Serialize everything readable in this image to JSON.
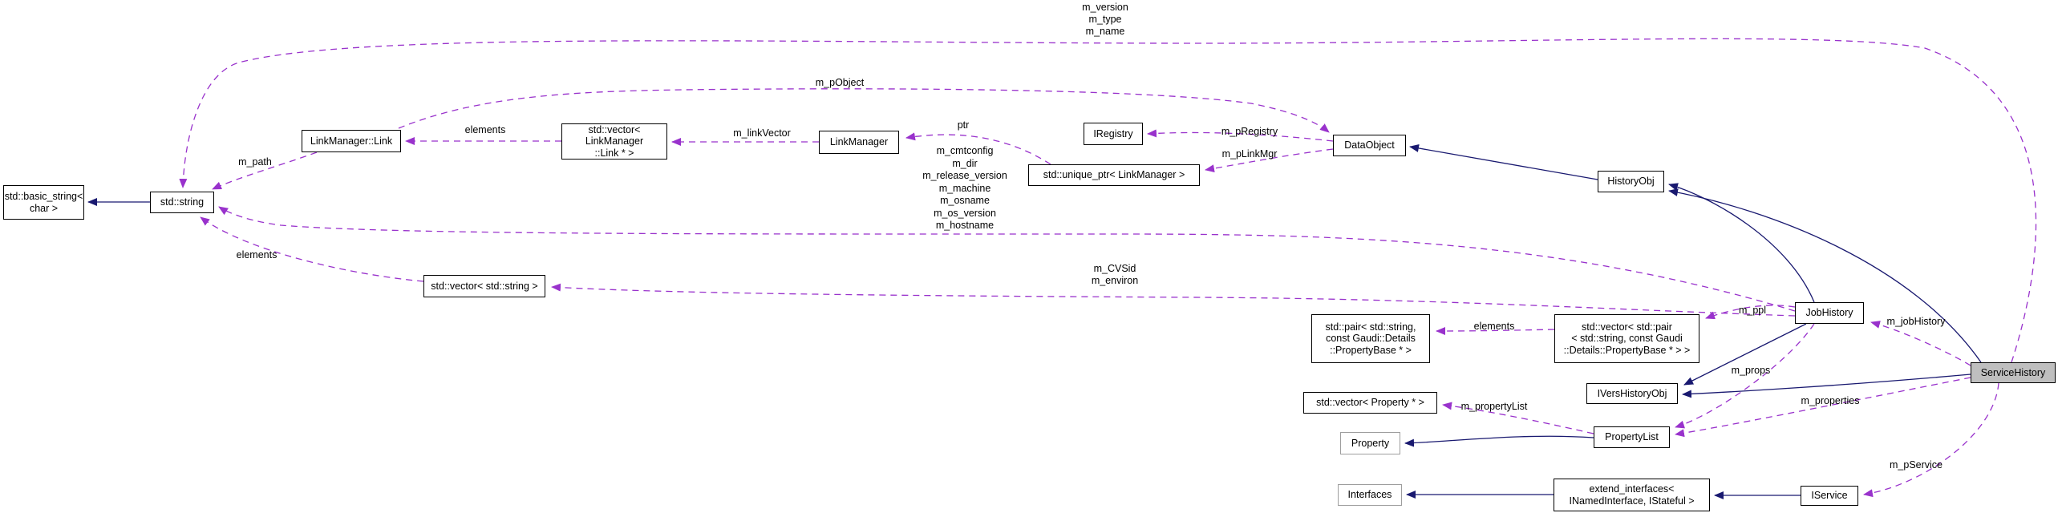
{
  "diagram": {
    "kind": "collaboration-graph",
    "colors": {
      "inheritance_edge": "#191970",
      "usage_edge": "#9932cc",
      "node_border": "#000000",
      "undocumented_node_border": "#9e9e9e",
      "current_node_fill": "#bfbfbf",
      "background": "#ffffff"
    },
    "nodes": {
      "basic_string": "std::basic_string<\nchar >",
      "std_string": "std::string",
      "linkmanager_link": "LinkManager::Link",
      "vector_linkmanager_link": "std::vector< LinkManager\n::Link * >",
      "linkmanager": "LinkManager",
      "unique_ptr_linkmanager": "std::unique_ptr< LinkManager >",
      "iregistry": "IRegistry",
      "dataobject": "DataObject",
      "historyobj": "HistoryObj",
      "jobhistory": "JobHistory",
      "servicehistory": "ServiceHistory",
      "vector_string": "std::vector< std::string >",
      "pair_propertybase": "std::pair< std::string,\nconst Gaudi::Details\n::PropertyBase * >",
      "vector_pair_propertybase": "std::vector< std::pair\n< std::string, const Gaudi\n::Details::PropertyBase * > >",
      "ivershistoryobj": "IVersHistoryObj",
      "vector_property": "std::vector< Property * >",
      "propertylist": "PropertyList",
      "property": "Property",
      "interfaces": "Interfaces",
      "extend_interfaces": "extend_interfaces<\nINamedInterface, IStateful >",
      "iservice": "IService"
    },
    "edge_labels": {
      "version_group": "m_version\nm_type\nm_name",
      "m_pObject": "m_pObject",
      "elements_links": "elements",
      "m_linkVector": "m_linkVector",
      "ptr": "ptr",
      "env_group": "m_cmtconfig\nm_dir\nm_release_version\nm_machine\nm_osname\nm_os_version\nm_hostname",
      "m_pRegistry": "m_pRegistry",
      "m_pLinkMgr": "m_pLinkMgr",
      "m_path": "m_path",
      "elements_strings": "elements",
      "cvsid_group": "m_CVSid\nm_environ",
      "m_ppl": "m_ppl",
      "m_jobHistory": "m_jobHistory",
      "m_props": "m_props",
      "m_properties": "m_properties",
      "m_propertyList": "m_propertyList",
      "elements_pairs": "elements",
      "m_pService": "m_pService"
    }
  }
}
